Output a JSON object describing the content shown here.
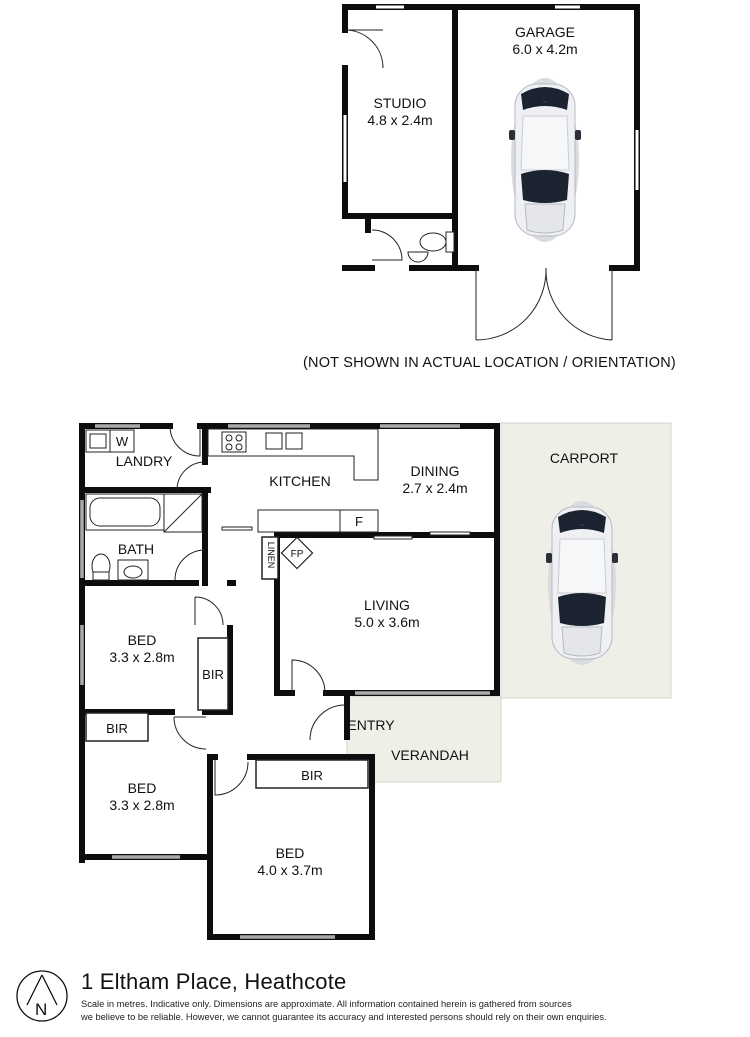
{
  "header_note": "(NOT SHOWN IN ACTUAL LOCATION / ORIENTATION)",
  "outbuilding": {
    "garage": {
      "name": "GARAGE",
      "size": "6.0 x 4.2m"
    },
    "studio": {
      "name": "STUDIO",
      "size": "4.8 x 2.4m"
    }
  },
  "house": {
    "landry": "LANDRY",
    "washer": "W",
    "kitchen": "KITCHEN",
    "fridge": "F",
    "dining": {
      "name": "DINING",
      "size": "2.7 x 2.4m"
    },
    "carport": "CARPORT",
    "bath": "BATH",
    "linen": "LINEN",
    "fireplace": "FP",
    "living": {
      "name": "LIVING",
      "size": "5.0 x 3.6m"
    },
    "bed1": {
      "name": "BED",
      "size": "3.3 x 2.8m",
      "robe": "BIR"
    },
    "entry": "ENTRY",
    "verandah": "VERANDAH",
    "bed2": {
      "name": "BED",
      "size": "3.3 x 2.8m",
      "robe": "BIR"
    },
    "bed3": {
      "name": "BED",
      "size": "4.0 x 3.7m",
      "robe": "BIR"
    }
  },
  "footer": {
    "address": "1 Eltham Place, Heathcote",
    "disclaimer_line1": "Scale in metres. Indicative only. Dimensions are approximate. All information contained herein is gathered from sources",
    "disclaimer_line2": "we believe to be reliable. However, we cannot guarantee its accuracy and interested persons should rely on their own enquiries.",
    "north_label": "N"
  },
  "colors": {
    "wall": "#0d0d0d",
    "paving": "#efefe8",
    "car_body": "#e9ebef",
    "car_glass": "#1c2330"
  }
}
